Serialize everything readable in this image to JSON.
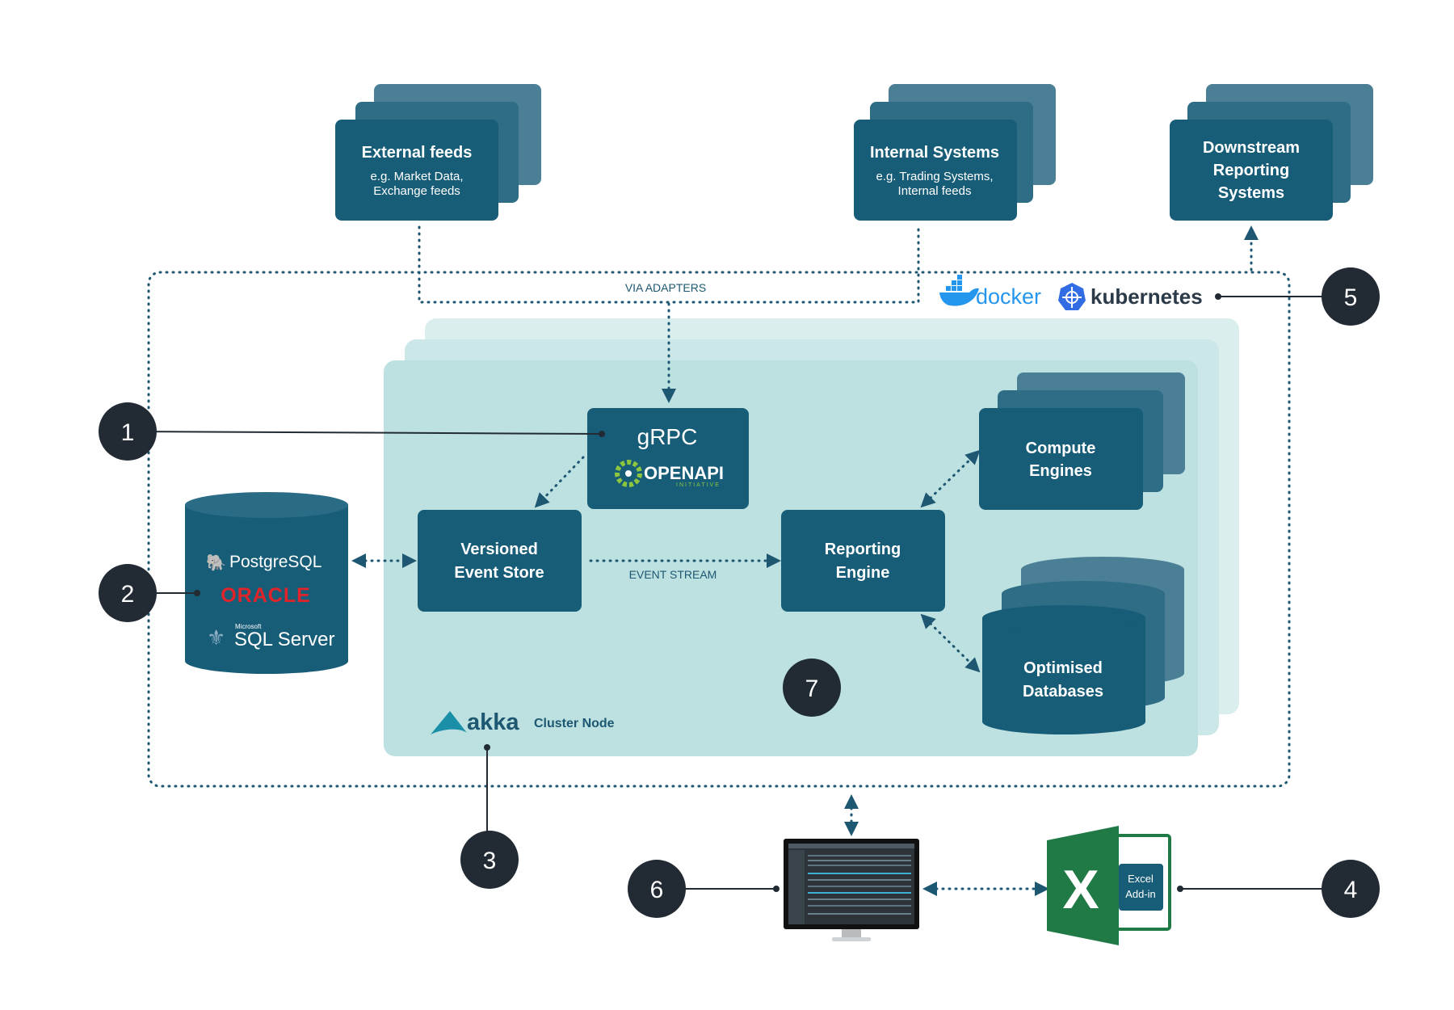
{
  "colors": {
    "box": "#175d78",
    "box_back1": "#2a6b85",
    "box_back2": "#3f7c94",
    "cluster_front": "#bde0e0",
    "cluster_mid": "#cce7e7",
    "cluster_back": "#dbeeee",
    "dotted": "#1d5771",
    "marker": "#222b33",
    "excel_green": "#1f7a45"
  },
  "external_feeds": {
    "title": "External feeds",
    "sub1": "e.g. Market Data,",
    "sub2": "Exchange feeds"
  },
  "internal_systems": {
    "title": "Internal Systems",
    "sub1": "e.g. Trading Systems,",
    "sub2": "Internal feeds"
  },
  "downstream": {
    "line1": "Downstream",
    "line2": "Reporting",
    "line3": "Systems"
  },
  "via_adapters": "VIA ADAPTERS",
  "docker": "docker",
  "kubernetes": "kubernetes",
  "grpc": "gRPC",
  "openapi": "OPENAPI",
  "openapi_initiative": "INITIATIVE",
  "event_store": {
    "line1": "Versioned",
    "line2": "Event Store"
  },
  "event_stream": "EVENT STREAM",
  "reporting_engine": {
    "line1": "Reporting",
    "line2": "Engine"
  },
  "compute_engines": {
    "line1": "Compute",
    "line2": "Engines"
  },
  "optimised_db": {
    "line1": "Optimised",
    "line2": "Databases"
  },
  "db_brands": {
    "postgres": "PostgreSQL",
    "oracle": "ORACLE",
    "sql_microsoft": "Microsoft",
    "sql_server": "SQL Server"
  },
  "akka": "akka",
  "cluster_node": "Cluster Node",
  "excel": {
    "letter": "X",
    "line1": "Excel",
    "line2": "Add-in"
  },
  "markers": [
    "1",
    "2",
    "3",
    "4",
    "5",
    "6",
    "7"
  ]
}
